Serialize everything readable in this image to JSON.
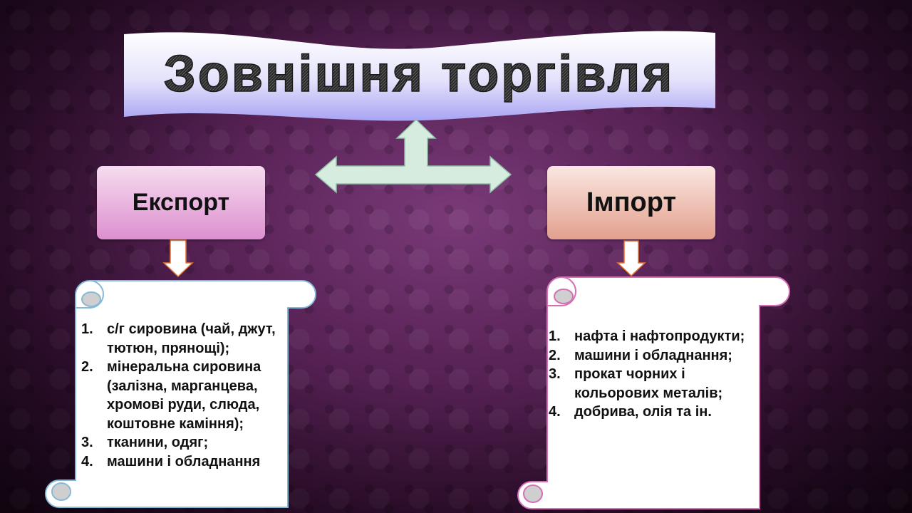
{
  "title": "Зовнішня торгівля",
  "export": {
    "label": "Експорт",
    "items": [
      {
        "num": "1.",
        "text": "с/г сировина (чай, джут, тютюн, прянощі);"
      },
      {
        "num": "2.",
        "text": "мінеральна сировина (залізна, марганцева, хромові руди, слюда, коштовне каміння);"
      },
      {
        "num": "3.",
        "text": "тканини, одяг;"
      },
      {
        "num": "4.",
        "text": "машини і обладнання"
      }
    ]
  },
  "import": {
    "label": "Імпорт",
    "items": [
      {
        "num": "1.",
        "text": "нафта і нафтопродукти;"
      },
      {
        "num": "2.",
        "text": "машини і обладнання;"
      },
      {
        "num": "3.",
        "text": "прокат чорних і кольорових металів;"
      },
      {
        "num": "4.",
        "text": "добрива, олія та ін."
      }
    ]
  },
  "colors": {
    "background": "#5a2458",
    "banner_top": "#ffffff",
    "banner_bottom": "#a9a4f3",
    "export_box": "#dd8fd0",
    "import_box": "#e2a08d",
    "arrow_fill": "#d6ecdf",
    "export_scroll_border": "#86b9d8",
    "import_scroll_border": "#d56fb6"
  }
}
